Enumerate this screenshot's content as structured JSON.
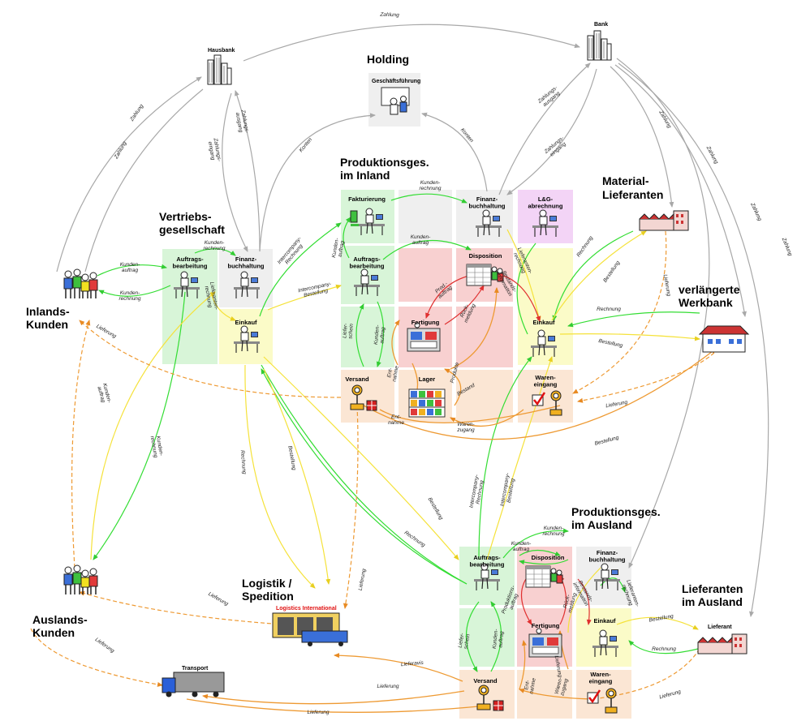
{
  "titles": {
    "holding": "Holding",
    "prod_inland_1": "Produktionsges.",
    "prod_inland_2": "im Inland",
    "vertrieb_1": "Vertriebs-",
    "vertrieb_2": "gesellschaft",
    "material_1": "Material-",
    "material_2": "Lieferanten",
    "werkbank_1": "verlängerte",
    "werkbank_2": "Werkbank",
    "inlands_1": "Inlands-",
    "inlands_2": "Kunden",
    "auslands_1": "Auslands-",
    "auslands_2": "Kunden",
    "logistik_1": "Logistik /",
    "logistik_2": "Spedition",
    "prod_ausland_1": "Produktionsges.",
    "prod_ausland_2": "im Ausland",
    "lief_ausland_1": "Lieferanten",
    "lief_ausland_2": "im Ausland"
  },
  "small_labels": {
    "hausbank": "Hausbank",
    "bank": "Bank",
    "geschaeftsfuehrung": "Geschäftsführung",
    "logistics_intl": "Logistics International",
    "transport": "Transport",
    "lieferant": "Lieferant"
  },
  "boxes": {
    "fakturierung": "Fakturierung",
    "finanzbuchhaltung": "Finanz-|buchhaltung",
    "lg_abrechnung": "L&G-|abrechnung",
    "auftragsbearbeitung": "Auftrags-|bearbeitung",
    "disposition": "Disposition",
    "fertigung": "Fertigung",
    "einkauf": "Einkauf",
    "versand": "Versand",
    "lager": "Lager",
    "wareneingang": "Waren-|eingang"
  },
  "flow_labels": {
    "zahlung": "Zahlung",
    "zahlungsausgang": "Zahlungs-|ausgang",
    "zahlungseingang": "Zahlungs-|eingang",
    "konten": "Konten",
    "kundenrechnung": "Kunden-|rechnung",
    "kundenauftrag": "Kunden-|auftrag",
    "intercompany_rechnung": "Intercompany-|Rechnung",
    "intercompany_bestellung": "Intercompany-|Bestellung",
    "lieferantenrechnung": "Lieferanten-|rechnung",
    "bestellung": "Bestellung",
    "rechnung": "Rechnung",
    "lieferung": "Lieferung",
    "lieferschein": "Liefer-|schein",
    "prodauftrag": "Prod.-|auftrag",
    "produktionsauftrag": "Produktions-|auftrag",
    "rueckmeldung": "Rück-|meldung",
    "bestandsinformation": "Bestands-|information",
    "bestand": "Bestand",
    "produkte": "Produkte",
    "entnahme": "Ent-|nahme",
    "warenzugang": "Waren-|zugang",
    "lieferavis": "Lieferavis"
  },
  "colors": {
    "green_flow": "#33dd33",
    "yellow_flow": "#f5e23a",
    "orange_flow": "#ee9a33",
    "gray_flow": "#a8a8a8",
    "red_flow": "#e03030",
    "green_box": "#d8f5d8",
    "yellow_box": "#fbfbc8",
    "pink_box": "#f8d0d0",
    "peach_box": "#fbe6d4",
    "gray_box": "#efefef",
    "violet_box": "#f3d4f6"
  }
}
